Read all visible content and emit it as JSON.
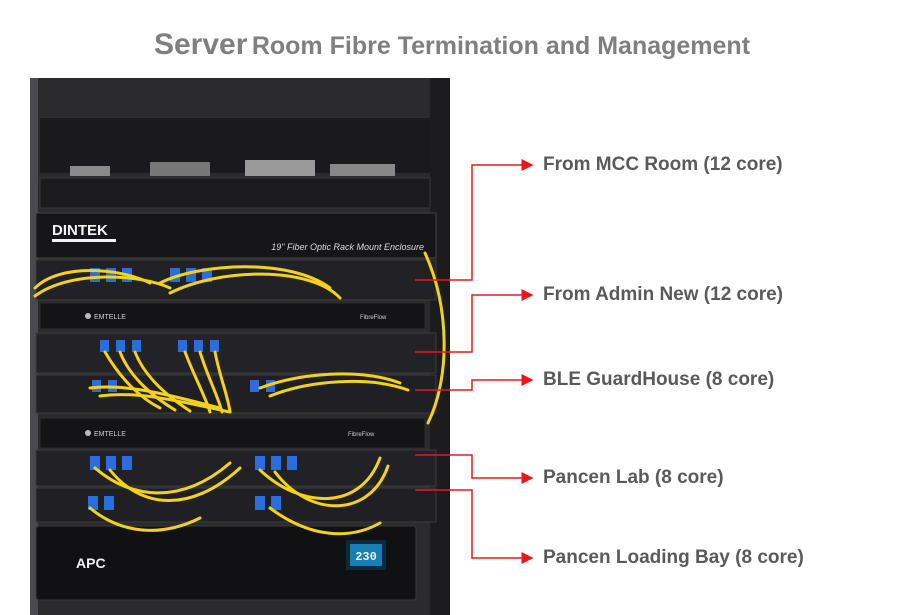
{
  "title": {
    "emphasis": "Server",
    "rest": "Room Fibre Termination and Management"
  },
  "photo": {
    "enclosure_brand": "DINTEK",
    "enclosure_caption": "19\" Fiber Optic Rack Mount Enclosure",
    "panel_brand": "EMTELLE",
    "panel_logo": "FibreFlow",
    "ups_brand": "APC",
    "ups_display": "230"
  },
  "labels": [
    "From MCC Room (12 core)",
    "From Admin New (12 core)",
    "BLE GuardHouse (8 core)",
    "Pancen Lab (8 core)",
    "Pancen Loading Bay (8 core)"
  ],
  "colors": {
    "connector": "#e81818",
    "fibre": "#f2d21b",
    "title": "#7f7f7f",
    "label": "#5a5a5a"
  }
}
